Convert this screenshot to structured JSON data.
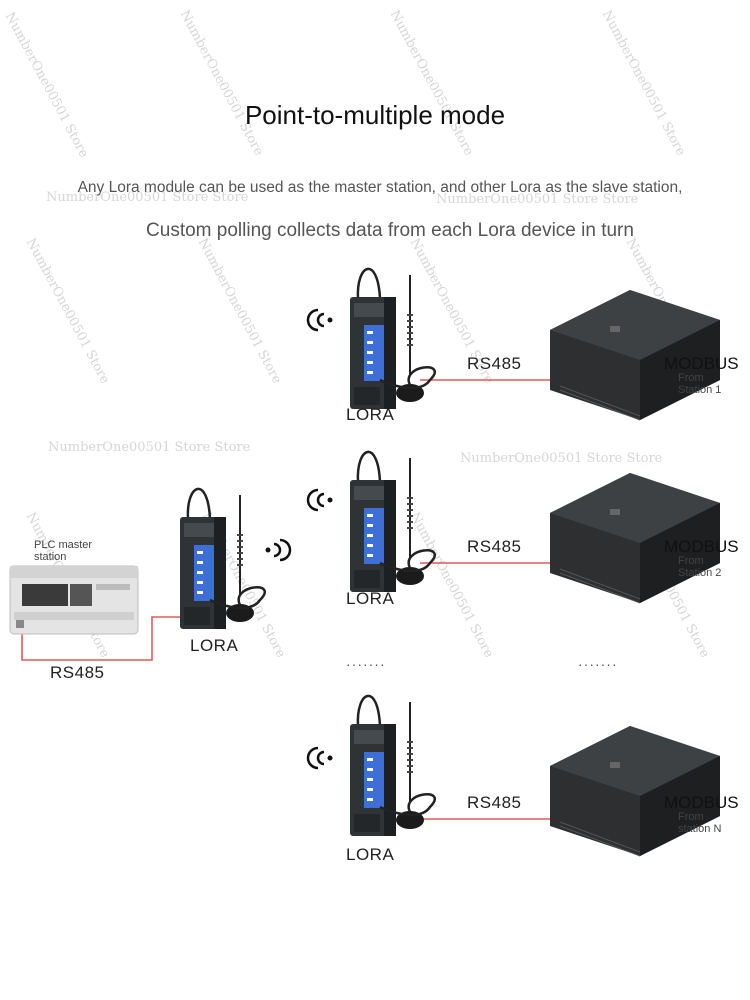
{
  "title": "Point-to-multiple mode",
  "subtitle_line1": "Any Lora module can be used as the master station, and other Lora as the slave station,",
  "subtitle_line2": "Custom polling collects data from each Lora device in turn",
  "master": {
    "plc_label": "PLC master station",
    "link_label": "RS485",
    "lora_label": "LORA"
  },
  "slaves": [
    {
      "lora_label": "LORA",
      "link_label": "RS485",
      "protocol": "MODBUS",
      "station": "From Station 1"
    },
    {
      "lora_label": "LORA",
      "link_label": "RS485",
      "protocol": "MODBUS",
      "station": "From Station 2"
    },
    {
      "lora_label": "LORA",
      "link_label": "RS485",
      "protocol": "MODBUS",
      "station": "From station N"
    }
  ],
  "ellipsis": "·······",
  "watermark": "NumberOne00501 Store",
  "watermark_alt": "NumberOne00501 Store Store",
  "colors": {
    "link_line": "#e05a5a",
    "device_body": "#2f3336",
    "device_led": "#3d6fd6",
    "plc_body": "#e4e4e4"
  }
}
